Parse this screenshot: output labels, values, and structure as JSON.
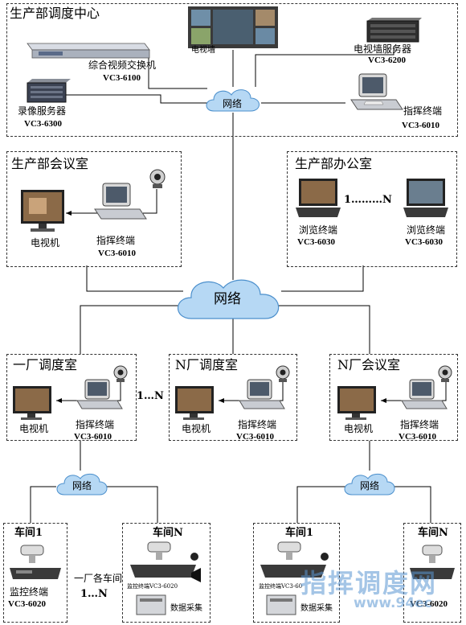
{
  "colors": {
    "cloud": "#b6d8f4",
    "cloud_stroke": "#4b8fcc",
    "line": "#000000",
    "watermark": "#5a96d2"
  },
  "dispatch_center": {
    "title": "生产部调度中心",
    "video_switch": "综合视频交换机",
    "video_switch_code": "VC3-6100",
    "video_wall": "电视墙",
    "wall_server": "电视墙服务器",
    "wall_server_code": "VC3-6200",
    "recorder": "录像服务器",
    "recorder_code": "VC3-6300",
    "network": "网络",
    "terminal": "指挥终端",
    "terminal_code": "VC3-6010"
  },
  "meeting_room": {
    "title": "生产部会议室",
    "tv": "电视机",
    "terminal": "指挥终端",
    "terminal_code": "VC3-6010"
  },
  "office": {
    "title": "生产部办公室",
    "range": "1………N",
    "browser1": "浏览终端",
    "browser1_code": "VC3-6030",
    "browser2": "浏览终端",
    "browser2_code": "VC3-6030"
  },
  "main_network": "网络",
  "plant1": {
    "title": "一厂调度室",
    "tv": "电视机",
    "terminal": "指挥终端",
    "terminal_code": "VC3-6010"
  },
  "plant_range": "1…N",
  "plantN": {
    "title": "N厂调度室",
    "tv": "电视机",
    "terminal": "指挥终端",
    "terminal_code": "VC3-6010"
  },
  "plantN_meeting": {
    "title": "N厂会议室",
    "tv": "电视机",
    "terminal": "指挥终端",
    "terminal_code": "VC3-6010"
  },
  "net_left": "网络",
  "net_right": "网络",
  "ws1_left": {
    "title": "车间1",
    "monitor": "监控终端",
    "monitor_code": "VC3-6020"
  },
  "ws_between": {
    "line1": "一厂各车间",
    "line2": "1…N"
  },
  "wsN_left": {
    "title": "车间N",
    "device_label": "监控终端VC3-6020",
    "collect": "数据采集"
  },
  "ws1_right": {
    "title": "车间1",
    "device_label": "监控终端VC3-60",
    "collect": "数据采集"
  },
  "wsN_right": {
    "title": "车间N",
    "code": "VC3-6020"
  },
  "watermark": {
    "main": "指挥调度网",
    "url": "www.94ec"
  }
}
